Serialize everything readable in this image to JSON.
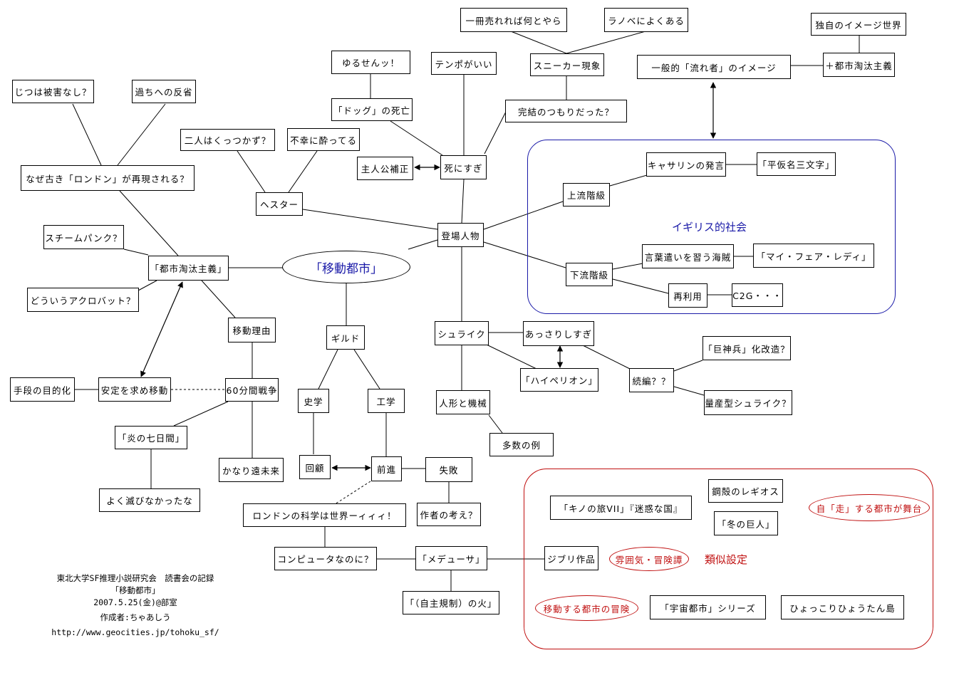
{
  "center": "「移動都市」",
  "nodes": {
    "issatsu": "一冊売れれば何とやら",
    "ranobe": "ラノベによくある",
    "yurusen": "ゆるせんッ！",
    "tempo": "テンポがいい",
    "sneaker": "スニーカー現象",
    "kanketsu": "完結のつもりだった？",
    "dog": "「ドッグ」の死亡",
    "dokuji": "独自のイメージ世界",
    "ippanteki": "一般的「流れ者」のイメージ",
    "toshi_plus": "＋都市淘汰主義",
    "jitsuha": "じつは被害なし？",
    "ayamachi": "過ちへの反省",
    "futari": "二人はくっつかず？",
    "fukou": "不幸に酔ってる",
    "shujinko": "主人公補正",
    "shinisugi": "死にすぎ",
    "katherine": "キャサリンの発言",
    "hiragana": "「平仮名三文字」",
    "naze": "なぜ古き「ロンドン」が再現される？",
    "hester": "ヘスター",
    "joryu": "上流階級",
    "igirisu": "イギリス的社会",
    "steampunk": "スチームパンク？",
    "tojo": "登場人物",
    "kotoba": "言葉遣いを習う海賊",
    "fair": "「マイ・フェア・レディ」",
    "toshi_tota": "「都市淘汰主義」",
    "karyu": "下流階級",
    "douiu": "どういうアクロバット？",
    "reuse": "再利用",
    "c2g": "C2G・・・",
    "ido_riyu": "移動理由",
    "guild": "ギルド",
    "shrike": "シュライク",
    "assari": "あっさりしすぎ",
    "kyoshinhei": "「巨神兵」化改造？",
    "hyperion": "「ハイペリオン」",
    "zokuhen": "続編？？",
    "shudan": "手段の目的化",
    "antei": "安定を求め移動",
    "war60": "60分間戦争",
    "shigaku": "史学",
    "kogaku": "工学",
    "ningyo": "人形と機械",
    "ryosan": "量産型シュライク？",
    "honoo": "「炎の七日間」",
    "tasu": "多数の例",
    "kaiko": "回顧",
    "zenshin": "前進",
    "shippai": "失敗",
    "kanari": "かなり遠未来",
    "yoku": "よく滅びなかったな",
    "london_kagaku": "ロンドンの科学は世界ーィィィ！",
    "sakusha": "作者の考え？",
    "computer": "コンピュータなのに？",
    "medusa": "「メデューサ」",
    "ghibli": "ジブリ作品",
    "jishu": "「（自主規制）の火」",
    "kino": "「キノの旅VII」『迷惑な国』",
    "kokaku": "鋼殻のレギオス",
    "fuyu": "「冬の巨人」",
    "uchu": "「宇宙都市」シリーズ",
    "hyokkori": "ひょっこりひょうたん島"
  },
  "red_ellipses": {
    "jisou": "自「走」する都市が舞台",
    "fuinki": "雰囲気・冒険譚",
    "idou_bouken": "移動する都市の冒険"
  },
  "labels": {
    "igirisu_label": "イギリス的社会",
    "ruiji": "類似設定"
  },
  "footer": {
    "line1": "東北大学SF推理小説研究会　読書会の記録",
    "line2": "「移動都市」",
    "line3": "2007.5.25(金)@部室",
    "line4": "作成者:ちゃあしう",
    "line5": "http://www.geocities.jp/tohoku_sf/"
  },
  "colors": {
    "blue": "#1a1aa8",
    "red": "#c01010",
    "line": "#000000"
  }
}
